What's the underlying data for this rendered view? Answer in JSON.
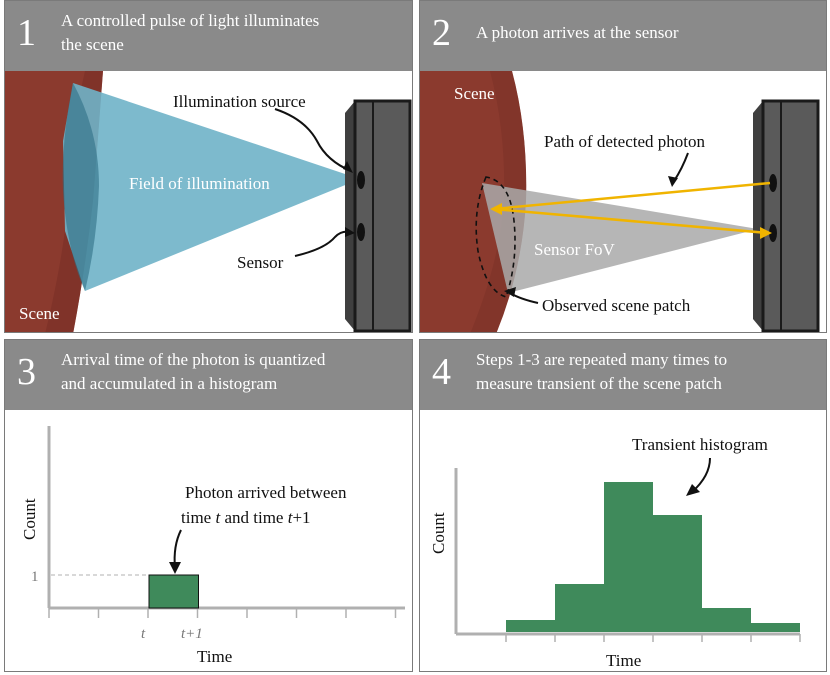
{
  "panels": [
    {
      "number": "1",
      "title_line1": "A controlled pulse of light illuminates",
      "title_line2": "the scene",
      "labels": {
        "illumination_source": "Illumination source",
        "field_of_illumination": "Field of illumination",
        "sensor": "Sensor",
        "scene": "Scene"
      }
    },
    {
      "number": "2",
      "title_line1": "A photon arrives at the sensor",
      "labels": {
        "scene": "Scene",
        "path": "Path of detected photon",
        "fov": "Sensor FoV",
        "patch": "Observed scene patch"
      }
    },
    {
      "number": "3",
      "title_line1": "Arrival time of the photon is quantized",
      "title_line2": "and accumulated in a histogram",
      "annotation_line1": "Photon arrived between",
      "annotation_line2_a": "time ",
      "annotation_line2_t": "t",
      "annotation_line2_b": " and time ",
      "annotation_line2_t1": "t",
      "annotation_line2_c": "+1"
    },
    {
      "number": "4",
      "title_line1": "Steps 1-3 are repeated many times to",
      "title_line2": "measure transient of the scene patch",
      "annotation": "Transient histogram"
    }
  ],
  "colors": {
    "header": "#8a8a8a",
    "scene": "#8b3a2e",
    "illumination": "#6fb3c8",
    "fov": "#a9a9a9",
    "photon_path": "#f0b400",
    "bar": "#3f8a5b",
    "device": "#5a5a5a"
  },
  "chart_data": [
    {
      "type": "bar",
      "categories": [
        "t"
      ],
      "values": [
        1
      ],
      "xlabel": "Time",
      "ylabel": "Count",
      "ytick": "1",
      "xticks": [
        "t",
        "t+1"
      ]
    },
    {
      "type": "bar",
      "values": [
        0.08,
        0.32,
        1.0,
        0.78,
        0.16,
        0.06
      ],
      "xlabel": "Time",
      "ylabel": "Count"
    }
  ]
}
